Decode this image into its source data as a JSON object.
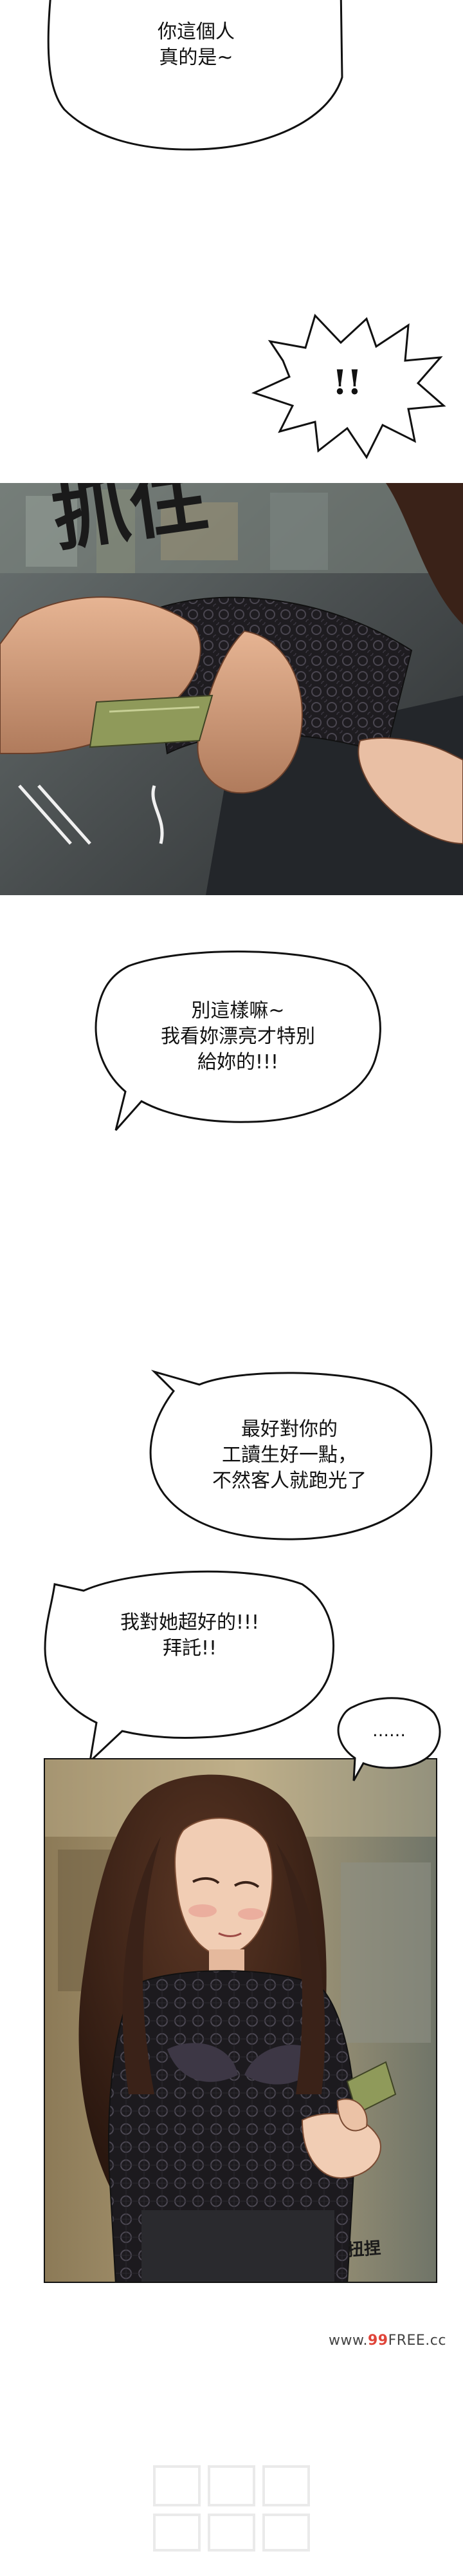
{
  "bubbles": {
    "b1": "你這個人\n真的是~",
    "b2": "!!",
    "b3": "別這樣嘛~\n我看妳漂亮才特別\n給妳的!!!",
    "b4": "最好對你的\n工讀生好一點，\n不然客人就跑光了",
    "b5": "我對她超好的!!!\n拜託!!",
    "b6": "……"
  },
  "sfx": {
    "grab": "抓住",
    "fidget": "扭捏"
  },
  "watermark": {
    "prefix": "www.",
    "accent": "99",
    "suffix": "FREE.cc"
  },
  "colors": {
    "ink": "#111111",
    "bubble_fill": "#ffffff",
    "skin": "#d9a07d",
    "sleeve_lace": "#1c1a1e",
    "hair": "#3a2218",
    "cash": "#8f9a5a",
    "shop_bg_warm": "#8c7a57",
    "shop_bg_cool": "#5e6b6a"
  }
}
